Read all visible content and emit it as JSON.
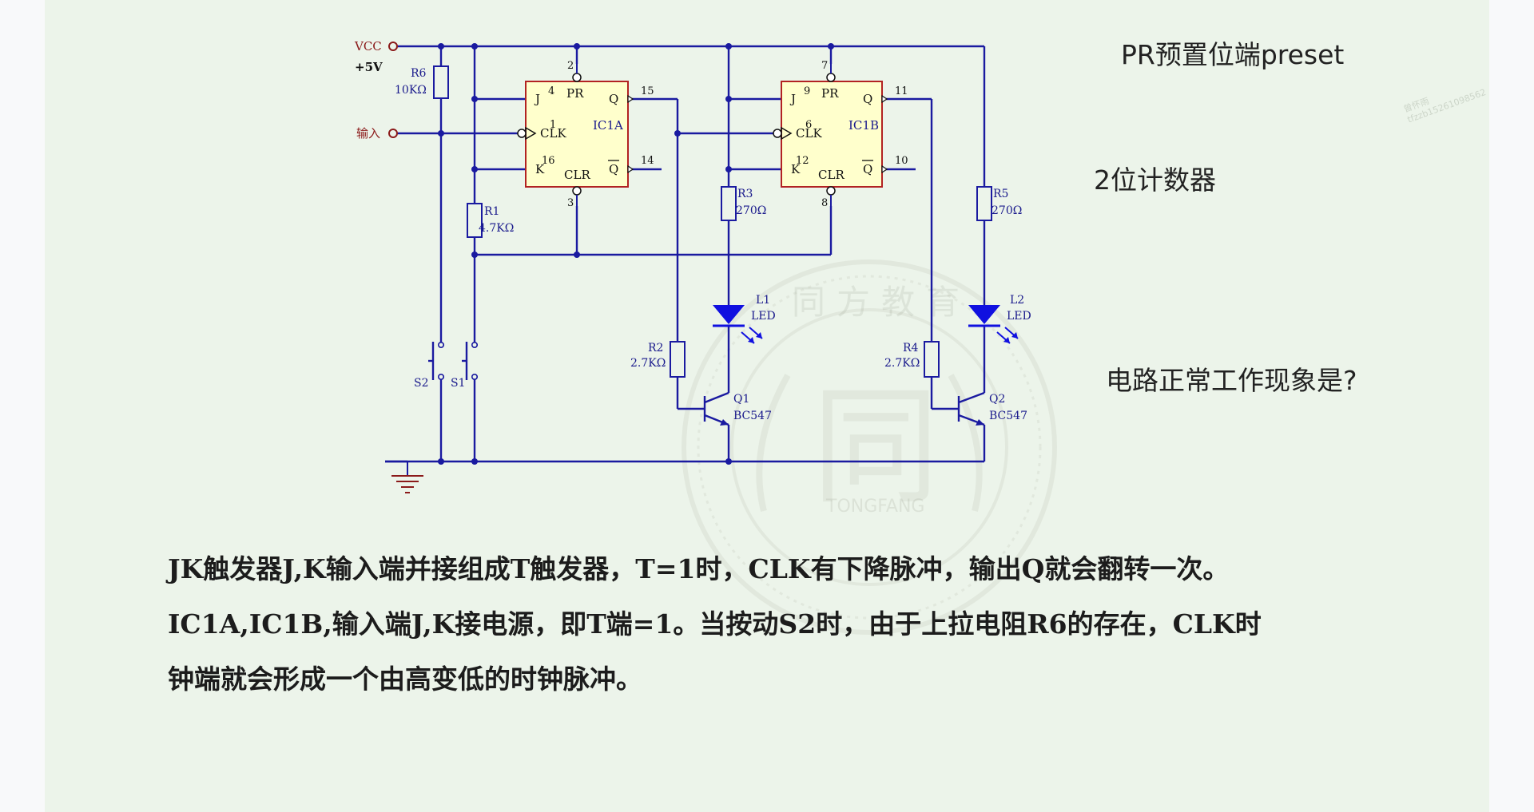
{
  "notes": {
    "preset": "PR预置位端preset",
    "counter": "2位计数器",
    "question": "电路正常工作现象是?"
  },
  "paragraphs": [
    "JK触发器J,K输入端并接组成T触发器，T=1时，CLK有下降脉冲，输出Q就会翻转一次。",
    "IC1A,IC1B,输入端J,K接电源，即T端=1。当按动S2时，由于上拉电阻R6的存在，CLK时",
    "钟端就会形成一个由高变低的时钟脉冲。"
  ],
  "circuit": {
    "vcc": "VCC",
    "plus5v": "+5V",
    "input": "输入",
    "ic1a": {
      "name": "IC1A",
      "j": "J",
      "pr": "PR",
      "q": "Q",
      "clk": "CLK",
      "k": "K",
      "clr": "CLR",
      "qbar": "Q",
      "pins": {
        "j": "4",
        "pr": "2",
        "q": "15",
        "clk": "1",
        "k": "16",
        "clr": "3",
        "qbar": "14"
      }
    },
    "ic1b": {
      "name": "IC1B",
      "j": "J",
      "pr": "PR",
      "q": "Q",
      "clk": "CLK",
      "k": "K",
      "clr": "CLR",
      "qbar": "Q",
      "pins": {
        "j": "9",
        "pr": "7",
        "q": "11",
        "clk": "6",
        "k": "12",
        "clr": "8",
        "qbar": "10"
      }
    },
    "r6": {
      "name": "R6",
      "value": "10KΩ"
    },
    "r1": {
      "name": "R1",
      "value": "4.7KΩ"
    },
    "r3": {
      "name": "R3",
      "value": "270Ω"
    },
    "r5": {
      "name": "R5",
      "value": "270Ω"
    },
    "r2": {
      "name": "R2",
      "value": "2.7KΩ"
    },
    "r4": {
      "name": "R4",
      "value": "2.7KΩ"
    },
    "l1": {
      "name": "L1",
      "type": "LED"
    },
    "l2": {
      "name": "L2",
      "type": "LED"
    },
    "q1": {
      "name": "Q1",
      "type": "BC547"
    },
    "q2": {
      "name": "Q2",
      "type": "BC547"
    },
    "s1": "S1",
    "s2": "S2"
  },
  "watermark": {
    "seal_text_top": "同方教育",
    "seal_text_bottom": "TONGFANG",
    "seal_char": "同",
    "repeat_text": "曾怀雨 tfzzb15261098562"
  },
  "colors": {
    "background": "#ecf4ea",
    "wire": "#1a1aa0",
    "ic_fill": "#ffffcc",
    "ic_border": "#b22222",
    "led": "#1010e0",
    "label_red": "#8b1a1a"
  }
}
